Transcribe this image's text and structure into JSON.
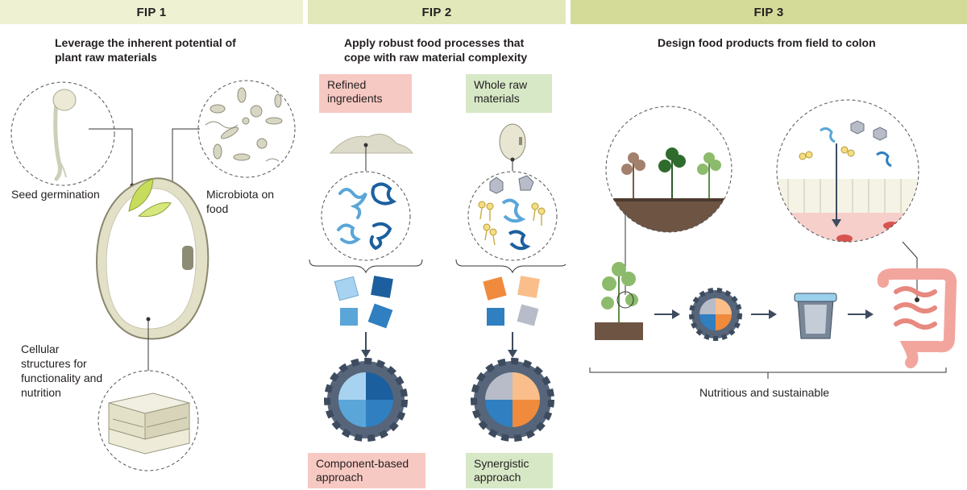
{
  "fip1": {
    "header": "FIP 1",
    "subtitle_line1": "Leverage the inherent potential of",
    "subtitle_line2": "plant raw materials",
    "seed_germination": "Seed germination",
    "microbiota_line1": "Microbiota on",
    "microbiota_line2": "food",
    "cellular_line1": "Cellular",
    "cellular_line2": "structures for",
    "cellular_line3": "functionality and",
    "cellular_line4": "nutrition"
  },
  "fip2": {
    "header": "FIP 2",
    "subtitle_line1": "Apply robust food processes that",
    "subtitle_line2": "cope with raw material complexity",
    "refined_line1": "Refined",
    "refined_line2": "ingredients",
    "whole_line1": "Whole raw",
    "whole_line2": "materials",
    "component_line1": "Component-based",
    "component_line2": "approach",
    "synergistic_line1": "Synergistic",
    "synergistic_line2": "approach"
  },
  "fip3": {
    "header": "FIP 3",
    "subtitle": "Design food products from field to colon",
    "nutritious": "Nutritious and sustainable"
  },
  "colors": {
    "header1": "#eef2d3",
    "header2": "#e3e8ba",
    "header3": "#d4db99",
    "pink_box": "#f7c9c3",
    "green_box": "#d7e8c6",
    "blue_puzzle": "#2f7fc1",
    "orange_puzzle": "#f08a3c",
    "gear": "#56657a"
  }
}
